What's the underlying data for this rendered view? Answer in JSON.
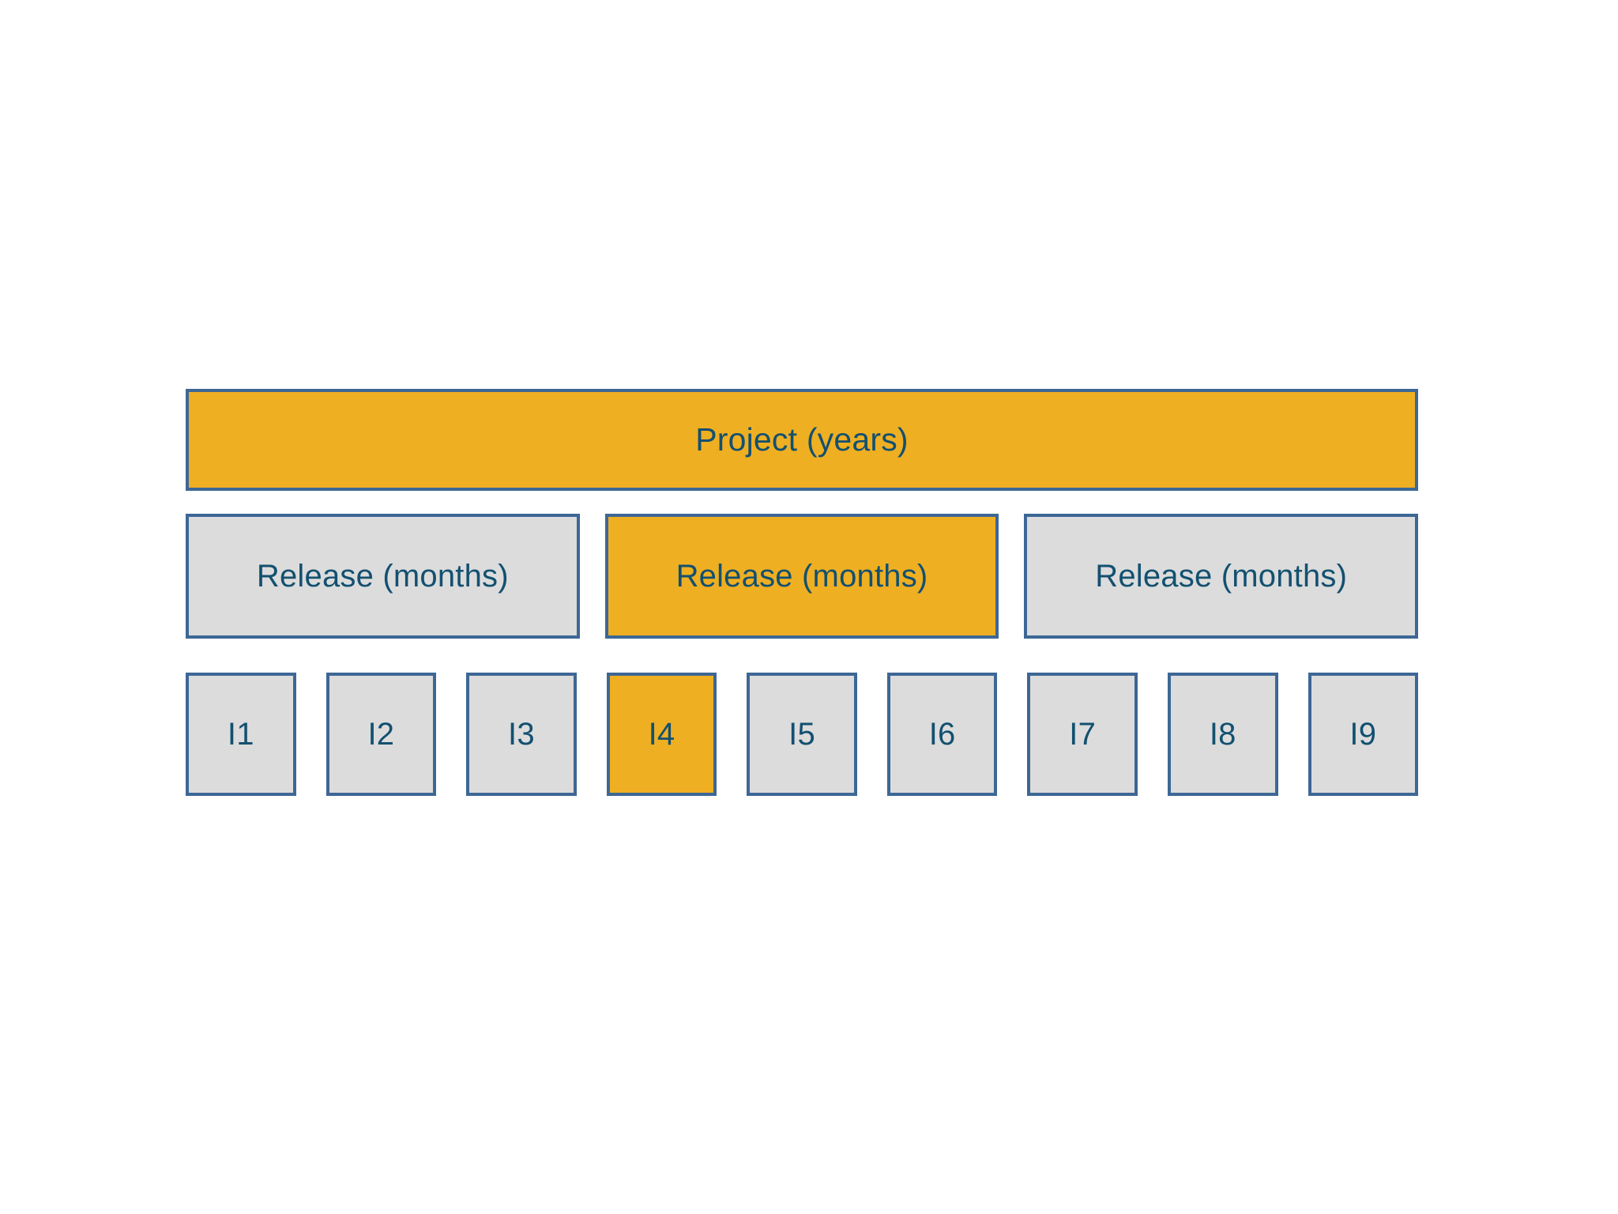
{
  "colors": {
    "accent": "#EFAF22",
    "neutral": "#DCDCDC",
    "border": "#3D6795",
    "text": "#135070",
    "background": "#FFFFFF"
  },
  "diagram": {
    "project": {
      "label": "Project (years)",
      "highlighted": true
    },
    "releases": [
      {
        "label": "Release (months)",
        "highlighted": false
      },
      {
        "label": "Release (months)",
        "highlighted": true
      },
      {
        "label": "Release (months)",
        "highlighted": false
      }
    ],
    "iterations": [
      {
        "label": "I1",
        "highlighted": false
      },
      {
        "label": "I2",
        "highlighted": false
      },
      {
        "label": "I3",
        "highlighted": false
      },
      {
        "label": "I4",
        "highlighted": true
      },
      {
        "label": "I5",
        "highlighted": false
      },
      {
        "label": "I6",
        "highlighted": false
      },
      {
        "label": "I7",
        "highlighted": false
      },
      {
        "label": "I8",
        "highlighted": false
      },
      {
        "label": "I9",
        "highlighted": false
      }
    ]
  }
}
